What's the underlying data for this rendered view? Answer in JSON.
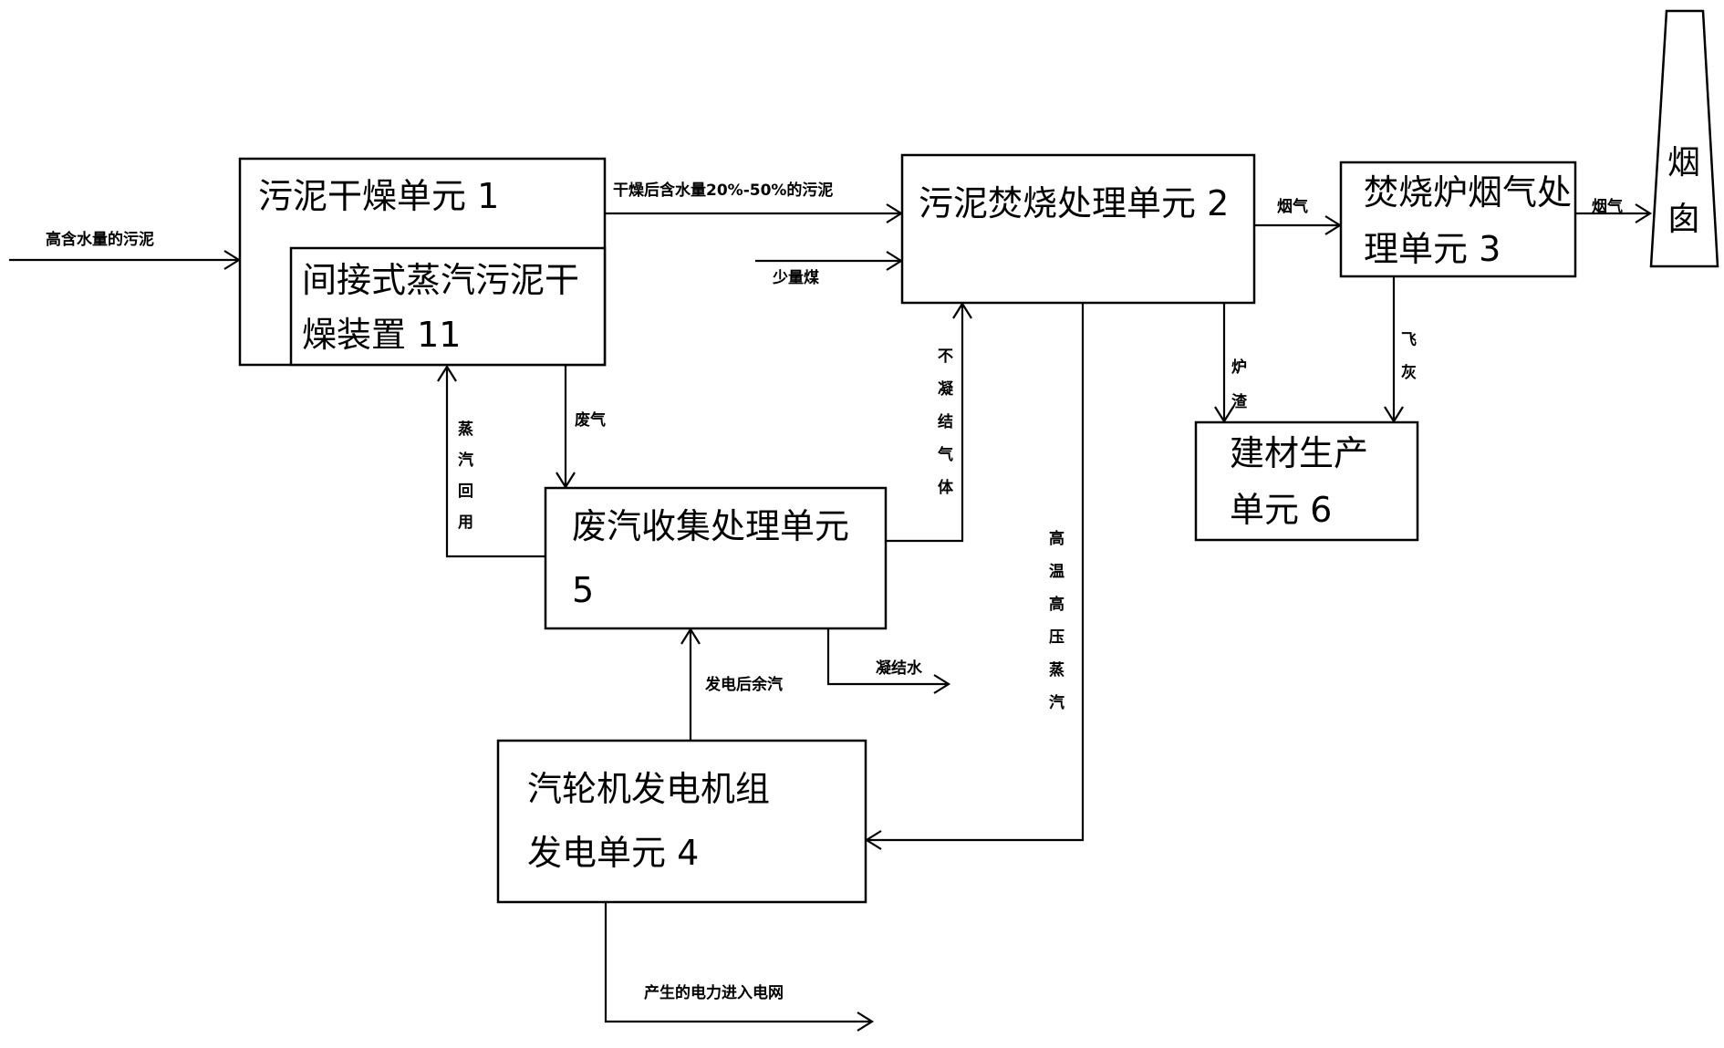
{
  "units": {
    "u1": {
      "line1": "污泥干燥单元 1"
    },
    "u11": {
      "line1": "间接式蒸汽污泥干",
      "line2": "燥装置 11"
    },
    "u2": {
      "line1": "污泥焚烧处理单元 2"
    },
    "u3": {
      "line1": "焚烧炉烟气处",
      "line2": "理单元 3"
    },
    "u4": {
      "line1": "汽轮机发电机组",
      "line2": "发电单元 4"
    },
    "u5": {
      "line1": "废汽收集处理单元",
      "line2": "5"
    },
    "u6": {
      "line1": "建材生产",
      "line2": "单元 6"
    },
    "chimney": {
      "c1": "烟",
      "c2": "囱"
    }
  },
  "flows": {
    "sludge_in": "高含水量的污泥",
    "dried_sludge": "干燥后含水量20%-50%的污泥",
    "coal": "少量煤",
    "flue_gas_1": "烟气",
    "flue_gas_2": "烟气",
    "slag": [
      "炉",
      "渣"
    ],
    "fly_ash": [
      "飞",
      "灰"
    ],
    "waste_gas": "废气",
    "steam_return": [
      "蒸",
      "汽",
      "回",
      "用"
    ],
    "noncond_gas": [
      "不",
      "凝",
      "结",
      "气",
      "体"
    ],
    "hp_steam": [
      "高",
      "温",
      "高",
      "压",
      "蒸",
      "汽"
    ],
    "residual_steam": "发电后余汽",
    "condensate": "凝结水",
    "power_out": "产生的电力进入电网"
  }
}
